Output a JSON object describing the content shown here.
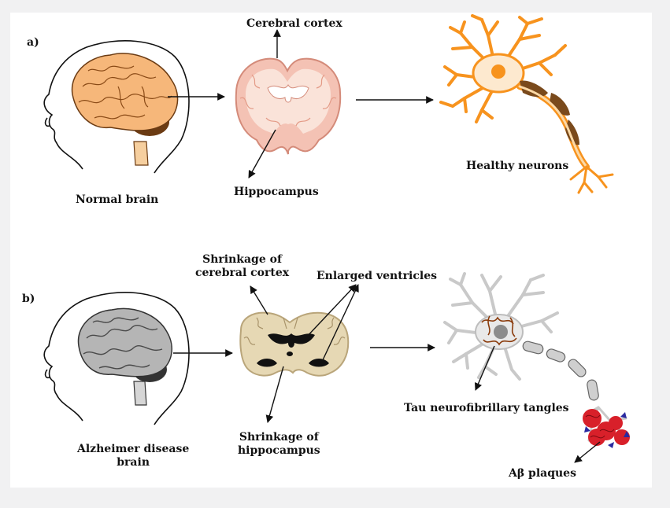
{
  "panels": {
    "a": {
      "letter": "a)",
      "brain_label": "Normal brain",
      "cortex_label": "Cerebral cortex",
      "hippocampus_label": "Hippocampus",
      "neuron_label": "Healthy neurons"
    },
    "b": {
      "letter": "b)",
      "brain_label_line1": "Alzheimer disease",
      "brain_label_line2": "brain",
      "cortex_label_line1": "Shrinkage of",
      "cortex_label_line2": "cerebral cortex",
      "ventricles_label": "Enlarged ventricles",
      "hippocampus_label_line1": "Shrinkage of",
      "hippocampus_label_line2": "hippocampus",
      "tau_label": "Tau neurofibrillary tangles",
      "plaques_label": "Aβ plaques"
    }
  },
  "colors": {
    "healthy_brain": "#f6b77a",
    "healthy_slice": "#f4c2b4",
    "healthy_neuron": "#f7931e",
    "healthy_myelin": "#7a4a1c",
    "ad_brain": "#b5b5b5",
    "ad_slice": "#e6d8b4",
    "ad_neuron": "#d9d9d9",
    "tau": "#8a3b0c",
    "plaque": "#d8202a"
  }
}
